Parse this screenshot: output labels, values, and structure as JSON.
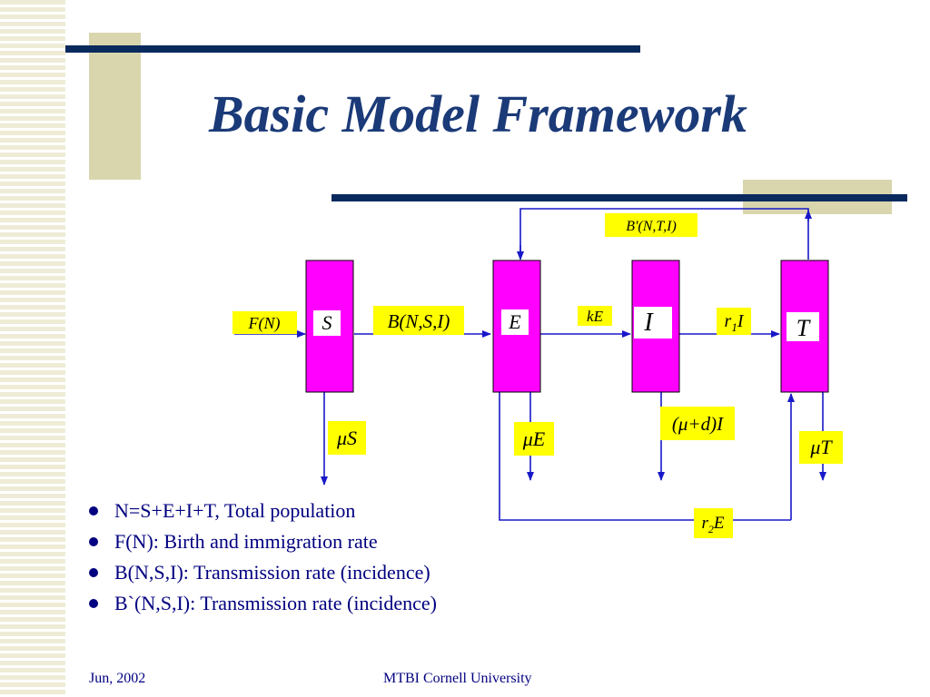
{
  "slide": {
    "title": "Basic Model Framework",
    "footer_left": "Jun, 2002",
    "footer_center": "MTBI Cornell University"
  },
  "colors": {
    "compartment": "#ff00ff",
    "label_highlight": "#ffff00",
    "arrow": "#1818c8",
    "title": "#1b3a78",
    "bullet_text": "#000080",
    "accent_bar": "#0a2a5e",
    "accent_block": "#d9d6ae"
  },
  "diagram": {
    "compartments": {
      "S": "S",
      "E": "E",
      "I": "I",
      "T": "T"
    },
    "flows": {
      "birth": "F(N)",
      "transmission": "B(N,S,I)",
      "progression": "kE",
      "treatment_I": "r",
      "treatment_I_sub": "1",
      "treatment_I_var": "I",
      "treatment_E": "r",
      "treatment_E_sub": "2",
      "treatment_E_var": "E",
      "reinfection": "B'(N,T,I)",
      "death_S": "μS",
      "death_E": "μE",
      "death_I": "(μ+d)I",
      "death_T": "μT"
    }
  },
  "bullets": [
    "N=S+E+I+T, Total population",
    "F(N): Birth and immigration rate",
    "B(N,S,I): Transmission rate (incidence)",
    "B`(N,S,I): Transmission rate (incidence)"
  ]
}
